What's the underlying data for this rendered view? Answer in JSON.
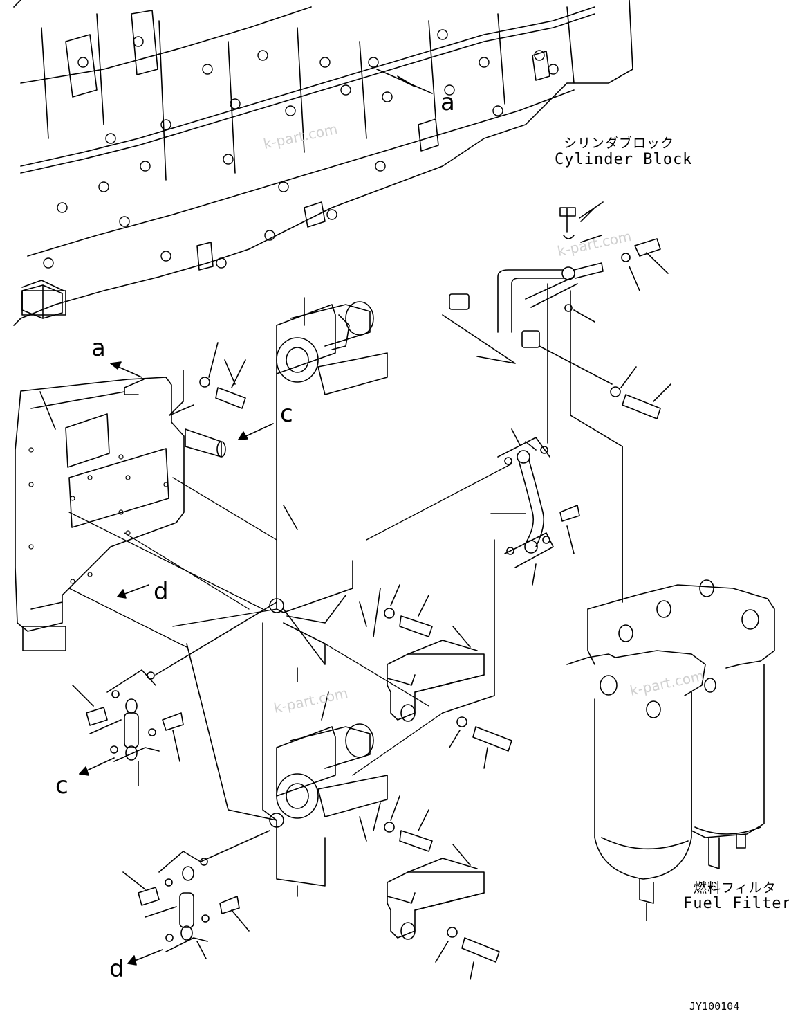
{
  "labels": {
    "cylinder_block_jp": "シリンダブロック",
    "cylinder_block_en": "Cylinder Block",
    "fuel_filter_jp": "燃料フィルタ",
    "fuel_filter_en": "Fuel Filter",
    "drawing_id": "JY100104"
  },
  "callouts": {
    "a1": "a",
    "a2": "a",
    "c1": "c",
    "c2": "c",
    "d1": "d",
    "d2": "d"
  },
  "watermarks": [
    "k-part.com",
    "k-part.com",
    "k-part.com",
    "k-part.com"
  ],
  "colors": {
    "line": "#000000",
    "background": "#ffffff",
    "watermark": "#d0d0d0"
  }
}
